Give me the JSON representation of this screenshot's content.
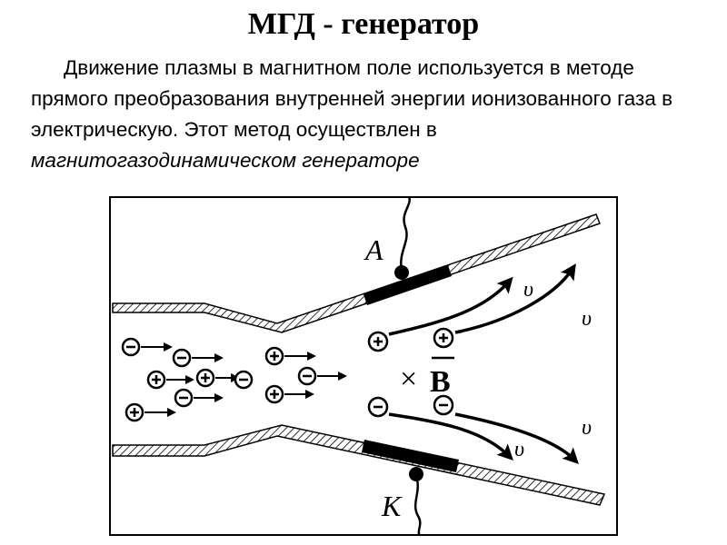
{
  "title": "МГД - генератор",
  "text": {
    "main": "Движение плазмы в магнитном поле используется в методе прямого преобразования внутренней энергии ионизованного газа в электрическую. Этот метод осуществлен в ",
    "emphasis": "магнитогазодинамическом генераторе"
  },
  "diagram": {
    "electrode_top": "A",
    "electrode_bottom": "K",
    "field": "B",
    "cross": "×",
    "velocity": "υ",
    "plus": "+",
    "minus": "−"
  }
}
